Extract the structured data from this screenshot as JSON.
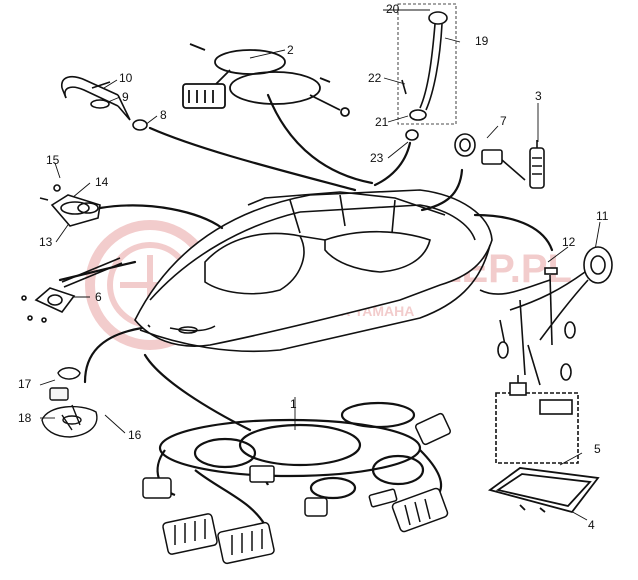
{
  "diagram": {
    "watermark": {
      "brand": "YAMAHA SKLEP.PL",
      "tagline": "OFICJALNY DEALER YAMAHA",
      "color": "#e9a3a3"
    },
    "line_color": "#111111",
    "callouts": [
      "1",
      "2",
      "3",
      "4",
      "5",
      "6",
      "7",
      "8",
      "9",
      "10",
      "11",
      "12",
      "13",
      "14",
      "15",
      "16",
      "17",
      "18",
      "19",
      "20",
      "21",
      "22",
      "23"
    ]
  }
}
